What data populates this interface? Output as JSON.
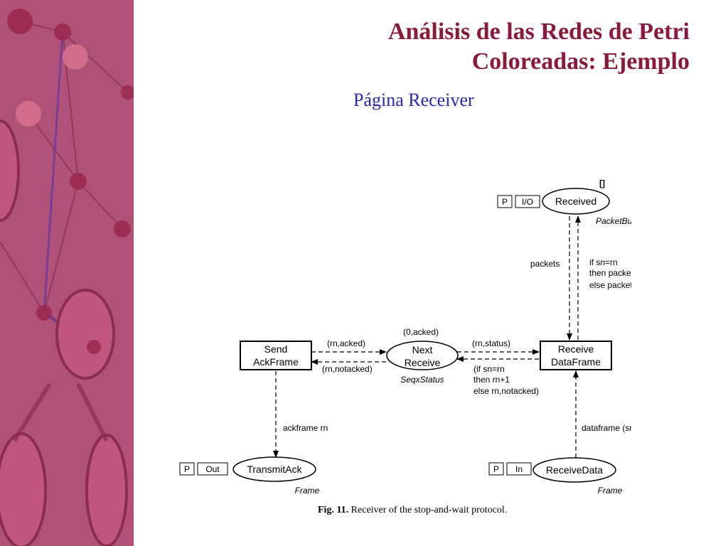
{
  "slide": {
    "title_line1": "Análisis de las Redes de Petri",
    "title_line2": "Coloreadas: Ejemplo",
    "subtitle": "Página Receiver"
  },
  "diagram": {
    "places": {
      "received": {
        "name": "Received",
        "type": "PacketBuffer",
        "tag_p": "P",
        "tag_port": "I/O",
        "initial_marking": "[]"
      },
      "next_receive": {
        "name_line1": "Next",
        "name_line2": "Receive",
        "type": "SeqxStatus",
        "initial_marking": "(0,acked)"
      },
      "transmit_ack": {
        "name": "TransmitAck",
        "type": "Frame",
        "tag_p": "P",
        "tag_port": "Out"
      },
      "receive_data": {
        "name": "ReceiveData",
        "type": "Frame",
        "tag_p": "P",
        "tag_port": "In"
      }
    },
    "transitions": {
      "send_ack_frame": {
        "line1": "Send",
        "line2": "AckFrame"
      },
      "receive_data_frame": {
        "line1": "Receive",
        "line2": "DataFrame"
      }
    },
    "arcs": {
      "packets": "packets",
      "guard_line1": "if sn=rn",
      "guard_line2": "then packets^^[p]",
      "guard_line3": "else packets",
      "rn_acked": "(rn,acked)",
      "rn_notacked": "(rn,notacked)",
      "rn_status": "(rn,status)",
      "cond_line1": "(if sn=rn",
      "cond_line2": "then rn+1",
      "cond_line3": "else rn,notacked)",
      "ackframe": "ackframe rn",
      "dataframe": "dataframe (sn,p)"
    },
    "caption_label": "Fig. 11.",
    "caption_text": " Receiver of the stop-and-wait protocol."
  },
  "colors": {
    "title": "#8b1a3a",
    "subtitle": "#2828b4",
    "side_panel": "#b05278"
  }
}
